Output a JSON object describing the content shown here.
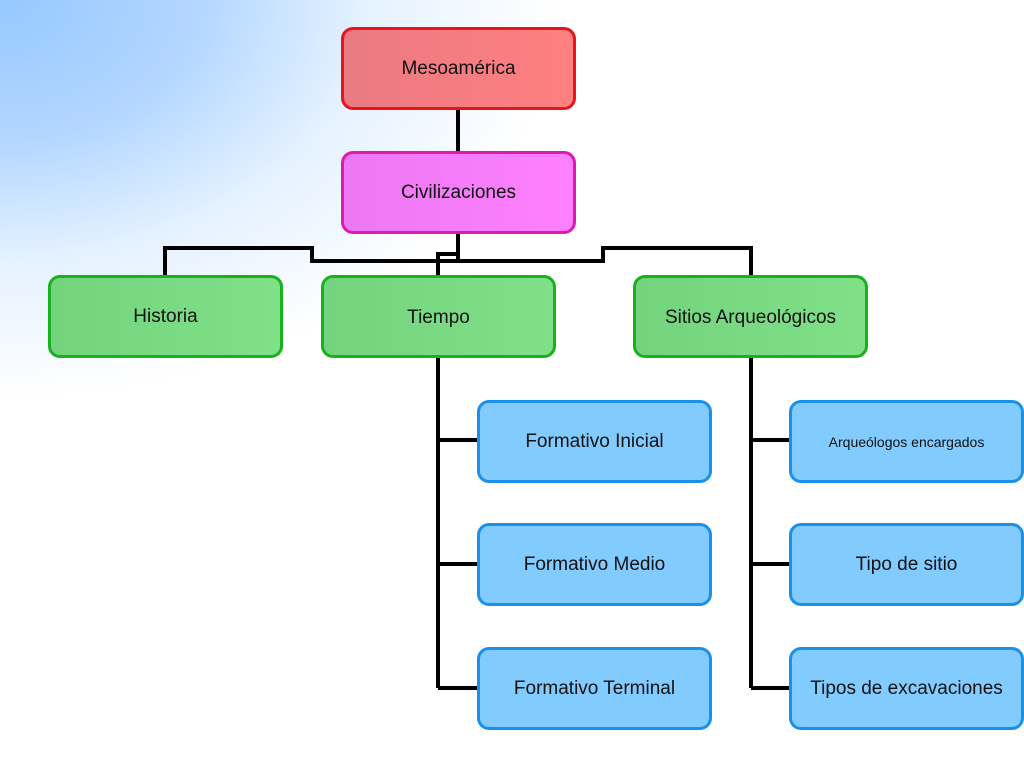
{
  "root": "Mesoamérica",
  "level1": "Civilizaciones",
  "level2": [
    "Historia",
    "Tiempo",
    "Sitios Arqueológicos"
  ],
  "tiempo_children": [
    "Formativo Inicial",
    "Formativo Medio",
    "Formativo Terminal"
  ],
  "sitios_children": [
    "Arqueólogos encargados",
    "Tipo de sitio",
    "Tipos de excavaciones"
  ],
  "colors": {
    "root": "#ff8080",
    "level1": "#ff80ff",
    "level2": "#80e088",
    "level3": "#82cbff"
  }
}
